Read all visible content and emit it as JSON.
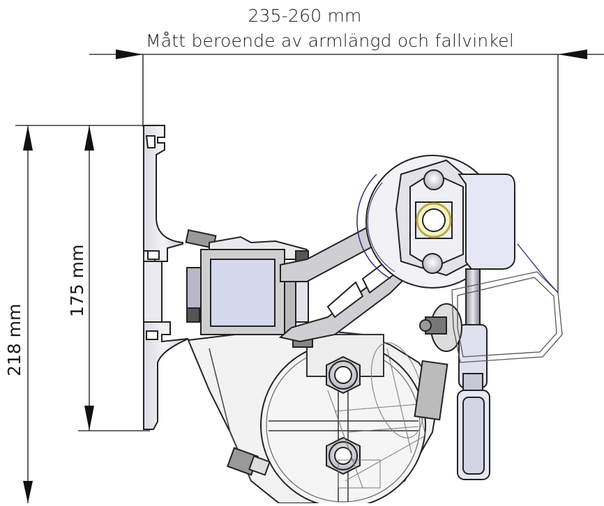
{
  "dimensions": {
    "width_range": "235-260 mm",
    "width_note": "Mått beroende av armlängd och fallvinkel",
    "height_total": "218 mm",
    "height_profile": "175 mm"
  },
  "colors": {
    "line": "#111111",
    "part_fill": "#f0f0f5",
    "part_shade": "#c9c9d8",
    "block_fill": "#dcdcf0",
    "bracket_fill": "#d4d4d4",
    "accent_ring": "#e8e080",
    "sketch_blue": "#2a2a7a"
  }
}
